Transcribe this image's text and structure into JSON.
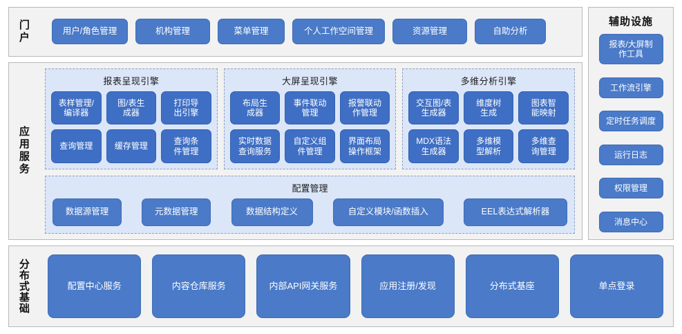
{
  "portal": {
    "label": "门户",
    "items": [
      {
        "label": "用户/角色管理"
      },
      {
        "label": "机构管理"
      },
      {
        "label": "菜单管理"
      },
      {
        "label": "个人工作空间管理"
      },
      {
        "label": "资源管理"
      },
      {
        "label": "自助分析"
      }
    ]
  },
  "aux": {
    "title": "辅助设施",
    "items": [
      {
        "label": "报表/大屏制\n作工具"
      },
      {
        "label": "工作流引擎"
      },
      {
        "label": "定时任务调度"
      },
      {
        "label": "运行日志"
      },
      {
        "label": "权限管理"
      },
      {
        "label": "消息中心"
      }
    ]
  },
  "app_services": {
    "label": "应用服务",
    "engines": [
      {
        "title": "报表呈现引擎",
        "items": [
          {
            "label": "表样管理/\n编译器"
          },
          {
            "label": "图/表生\n成器"
          },
          {
            "label": "打印导\n出引擎"
          },
          {
            "label": "查询管理"
          },
          {
            "label": "缓存管理"
          },
          {
            "label": "查询条\n件管理"
          }
        ]
      },
      {
        "title": "大屏呈现引擎",
        "items": [
          {
            "label": "布局生\n成器"
          },
          {
            "label": "事件联动\n管理"
          },
          {
            "label": "报警联动\n作管理"
          },
          {
            "label": "实时数据\n查询服务"
          },
          {
            "label": "自定义组\n件管理"
          },
          {
            "label": "界面布局\n操作框架"
          }
        ]
      },
      {
        "title": "多维分析引擎",
        "items": [
          {
            "label": "交互图/表\n生成器"
          },
          {
            "label": "维度树\n生成"
          },
          {
            "label": "图表智\n能映射"
          },
          {
            "label": "MDX语法\n生成器"
          },
          {
            "label": "多维模\n型解析"
          },
          {
            "label": "多维查\n询管理"
          }
        ]
      }
    ],
    "config": {
      "title": "配置管理",
      "items": [
        {
          "label": "数据源管理"
        },
        {
          "label": "元数据管理"
        },
        {
          "label": "数据结构定义"
        },
        {
          "label": "自定义模块/函数插入"
        },
        {
          "label": "EEL表达式解析器"
        }
      ]
    }
  },
  "distributed": {
    "label": "分布式基础",
    "items": [
      {
        "label": "配置中心服务"
      },
      {
        "label": "内容仓库服务"
      },
      {
        "label": "内部API网关服务"
      },
      {
        "label": "应用注册/发现"
      },
      {
        "label": "分布式基座"
      },
      {
        "label": "单点登录"
      }
    ]
  },
  "colors": {
    "chip": "#4a7ac8",
    "chip_deep": "#3f6fc4",
    "panel_bg": "#dbe6f8",
    "band_bg": "#f2f2f2",
    "band_border": "#b9b9b9"
  }
}
